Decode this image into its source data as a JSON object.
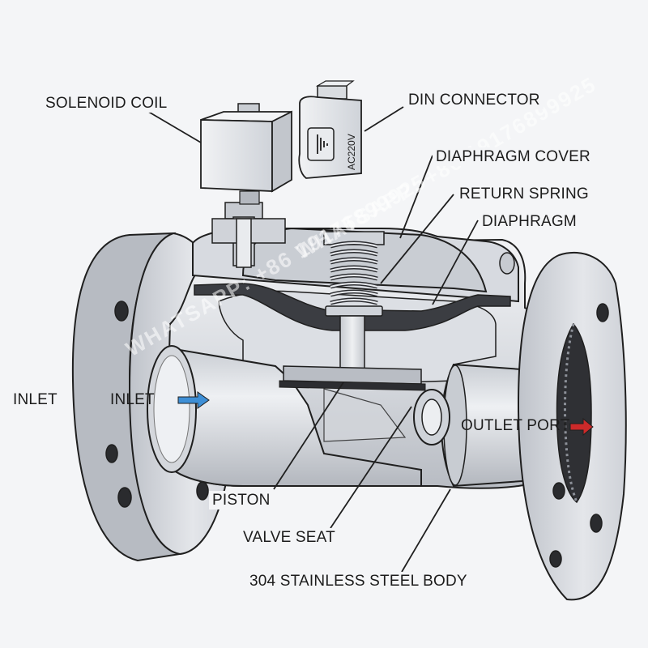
{
  "labels": {
    "solenoid_coil": "SOLENOID COIL",
    "din_connector": "DIN CONNECTOR",
    "diaphragm_cover": "DIAPHRAGM COVER",
    "return_spring": "RETURN SPRING",
    "diaphragm": "DIAPHRAGM",
    "inlet_outer": "INLET",
    "inlet_inner": "INLET",
    "outlet_port": "OUTLET PORT",
    "piston": "PISTON",
    "valve_seat": "VALVE SEAT",
    "body": "304 STAINLESS STEEL BODY"
  },
  "coil_marking": "AC220V",
  "watermark": "WHATSAPP: +86 19176899925",
  "colors": {
    "steel_light": "#e6e8ec",
    "steel_mid": "#cdd1d7",
    "steel_dark": "#a9aeb6",
    "cavity": "#dcdfe4",
    "diaphragm": "#3b3d42",
    "outline": "#1f1f1f",
    "inlet_arrow": "#3e8fd6",
    "outlet_arrow": "#cc2a2a"
  }
}
